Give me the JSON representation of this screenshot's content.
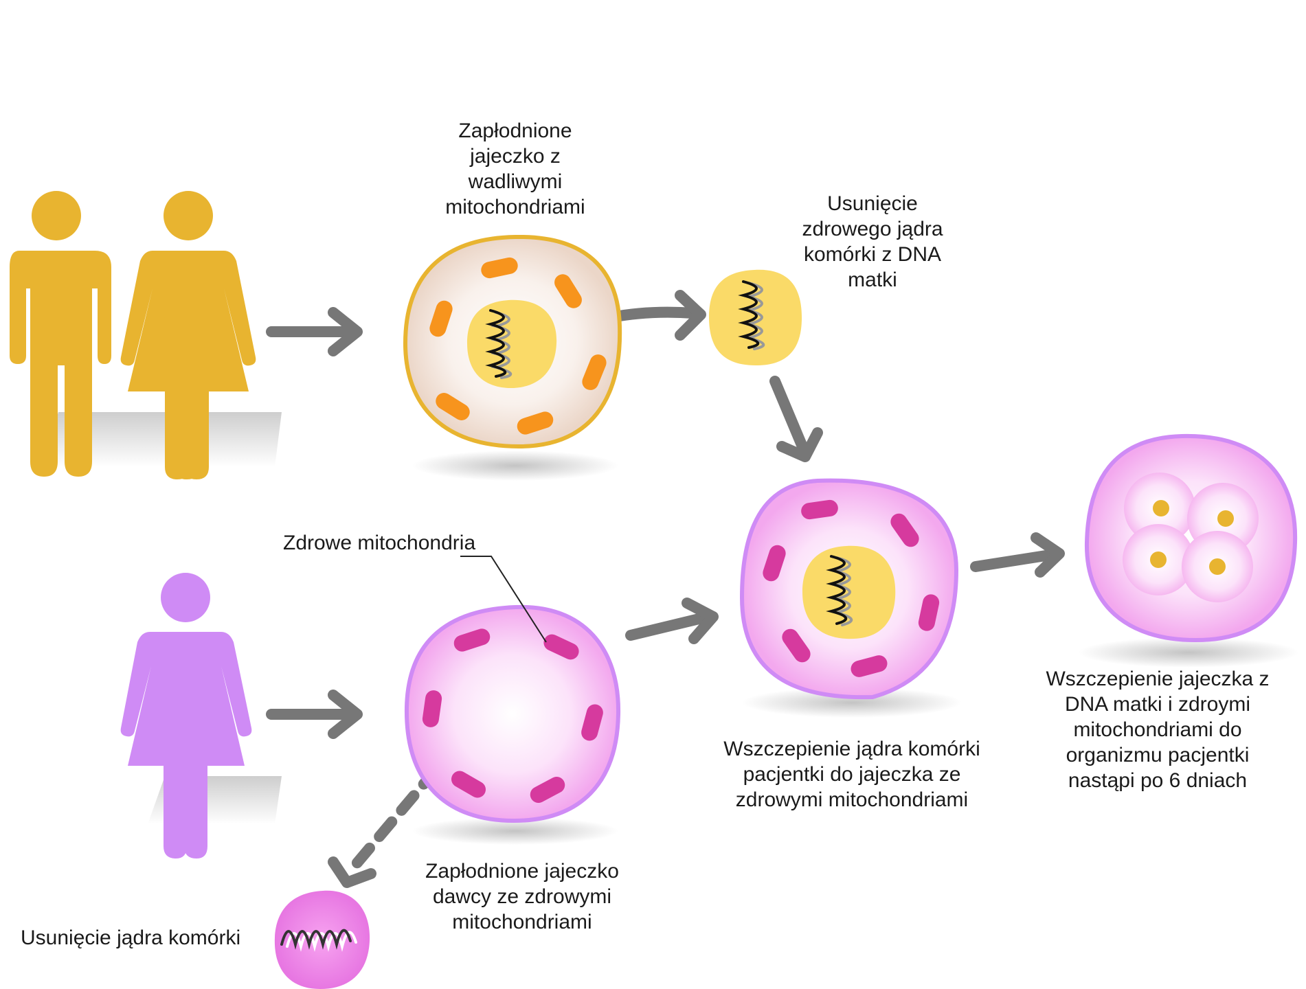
{
  "colors": {
    "family_gold": "#E8B430",
    "donor_violet": "#CF8BF5",
    "arrow_gray": "#777777",
    "nucleus_yellow": "#FADA68",
    "defective_mito": "#F7941D",
    "healthy_mito": "#D63A9E",
    "egg_peach_fill": "#F7EEE9",
    "egg_pink_fill": "#F8CFF5"
  },
  "icons": [
    "man-icon",
    "woman-icon",
    "donor-woman-icon",
    "arrow-right-icon",
    "arrow-down-icon",
    "dashed-arrow-icon",
    "dna-icon"
  ],
  "labels": {
    "defective_egg": "Zapłodnione\njajeczko z\nwadliwymi\nmitochondriami",
    "nucleus_removal_mother": "Usunięcie\nzdrowego jądra\nkomórki z DNA\nmatki",
    "healthy_mitochondria": "Zdrowe mitochondria",
    "transfer_nucleus": "Wszczepienie jądra komórki\npacjentki do jajeczka ze\nzdrowymi mitochondriami",
    "implantation": "Wszczepienie jajeczka z\nDNA matki i zdroymi\nmitochondriami do\norganizmu pacjentki\nnastąpi po 6 dniach",
    "donor_egg": "Zapłodnione jajeczko\ndawcy ze zdrowymi\nmitochondriami",
    "nucleus_removal_donor": "Usunięcie jądra komórki"
  }
}
